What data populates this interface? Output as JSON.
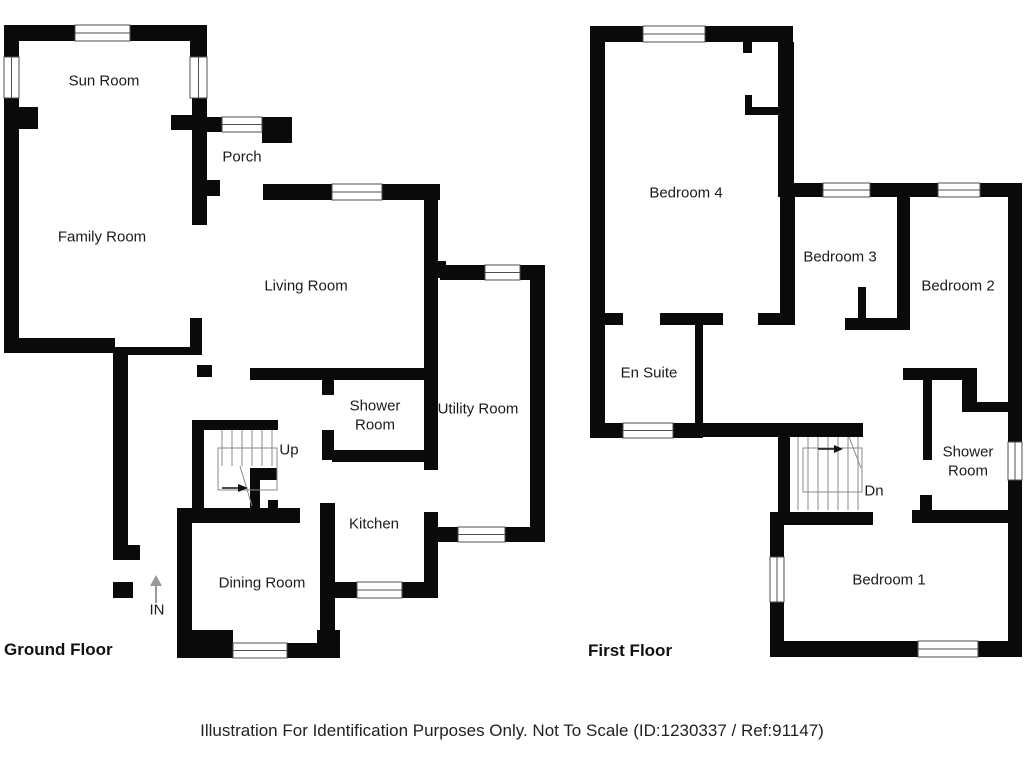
{
  "ground": {
    "title": "Ground Floor",
    "rooms": {
      "sun_room": "Sun Room",
      "porch": "Porch",
      "family_room": "Family Room",
      "living_room": "Living Room",
      "shower_room": "Shower Room",
      "utility_room": "Utility Room",
      "kitchen": "Kitchen",
      "dining_room": "Dining Room"
    },
    "stairs_label": "Up",
    "entrance_label": "IN"
  },
  "first": {
    "title": "First Floor",
    "rooms": {
      "bedroom_4": "Bedroom 4",
      "bedroom_3": "Bedroom 3",
      "bedroom_2": "Bedroom 2",
      "en_suite": "En Suite",
      "shower_room": "Shower Room",
      "bedroom_1": "Bedroom 1"
    },
    "stairs_label": "Dn"
  },
  "caption": "Illustration For Identification Purposes Only. Not To Scale (ID:1230337 / Ref:91147)",
  "colors": {
    "wall": "#0a0a0a",
    "window_line": "#4f4f4f",
    "stair_line": "#8a8a8a",
    "entry_arrow": "#9a9a9a",
    "text": "#1b1b1b",
    "background": "#ffffff"
  }
}
